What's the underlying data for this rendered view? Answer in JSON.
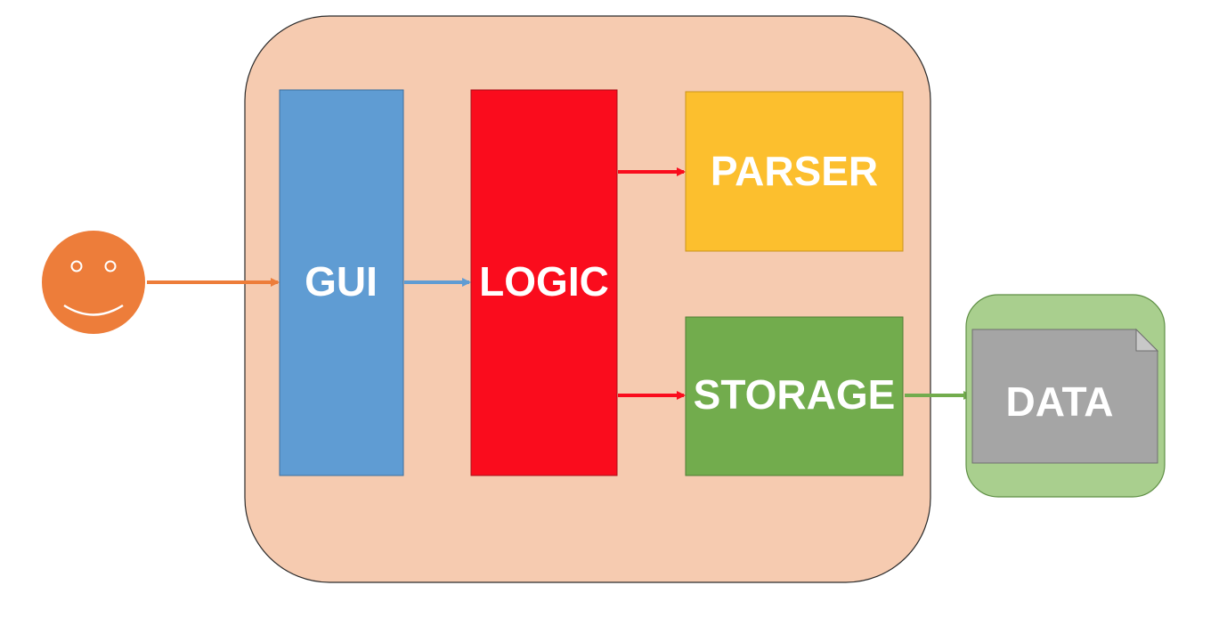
{
  "components": {
    "gui": {
      "label": "GUI"
    },
    "logic": {
      "label": "LOGIC"
    },
    "parser": {
      "label": "PARSER"
    },
    "storage": {
      "label": "STORAGE"
    },
    "data": {
      "label": "DATA"
    }
  },
  "colors": {
    "system_boundary": "#F6CBB0",
    "gui": "#5F9CD3",
    "logic": "#FA0C1D",
    "parser": "#FCBF2E",
    "storage": "#72AC4D",
    "data_container": "#A9CF8E",
    "data_document": "#A5A5A5",
    "user": "#ED7D3A",
    "arrow_user": "#ED7D3A",
    "arrow_gui": "#5F9CD3",
    "arrow_logic": "#FA0C1D",
    "arrow_storage": "#72AC4D"
  },
  "icons": {
    "user": "smiley-face-icon",
    "data": "document-icon"
  }
}
